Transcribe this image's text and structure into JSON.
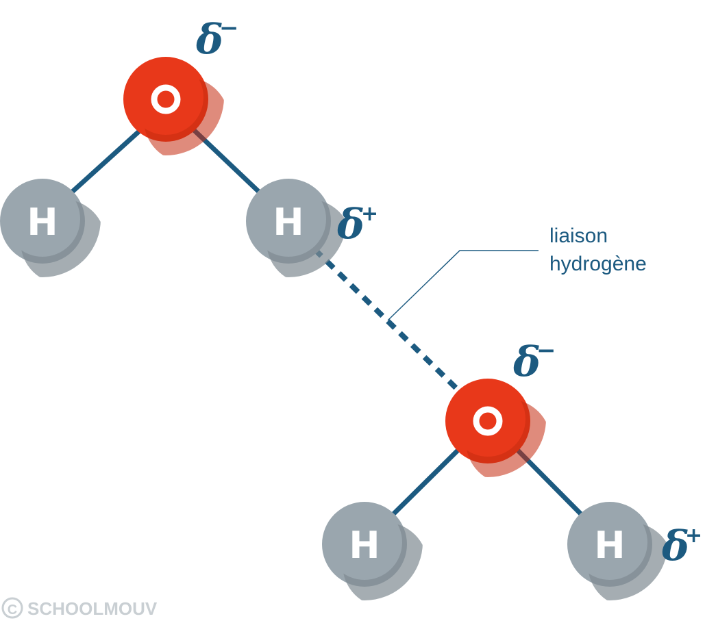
{
  "diagram": {
    "atoms": {
      "oxygen_symbol": "O",
      "hydrogen_symbol": "H"
    },
    "charges": {
      "delta": "δ",
      "negative": "−",
      "positive": "+"
    },
    "bond_label": {
      "line1": "liaison",
      "line2": "hydrogène"
    }
  },
  "colors": {
    "oxygen": "#e8381a",
    "oxygen_shade": "#c42c10",
    "hydrogen": "#9aa6ae",
    "hydrogen_shade": "#7f8a92",
    "bond": "#1c5a80",
    "label": "#1c5a80"
  },
  "watermark": {
    "symbol": "©",
    "brand": "SCHOOLMOUV"
  }
}
